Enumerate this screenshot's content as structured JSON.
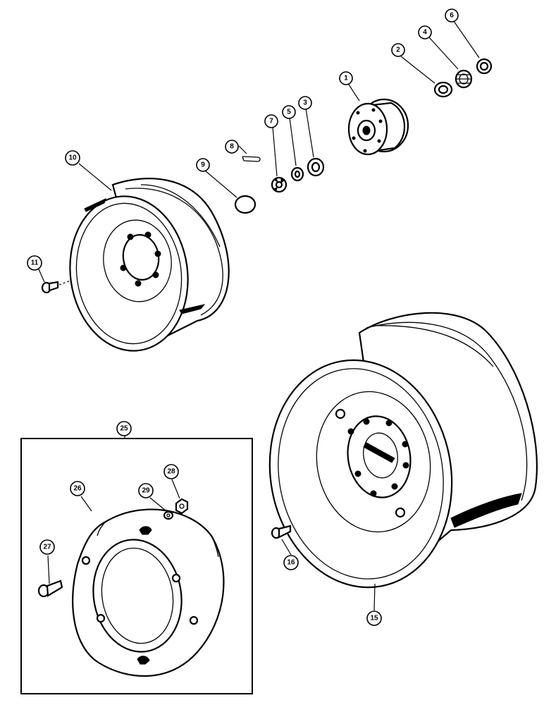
{
  "diagram": {
    "detail_inset_label": "25",
    "callouts": [
      {
        "id": "c1",
        "label": "1"
      },
      {
        "id": "c2",
        "label": "2"
      },
      {
        "id": "c3",
        "label": "3"
      },
      {
        "id": "c4",
        "label": "4"
      },
      {
        "id": "c5",
        "label": "5"
      },
      {
        "id": "c6",
        "label": "6"
      },
      {
        "id": "c7",
        "label": "7"
      },
      {
        "id": "c8",
        "label": "8"
      },
      {
        "id": "c9",
        "label": "9"
      },
      {
        "id": "c10",
        "label": "10"
      },
      {
        "id": "c11",
        "label": "11"
      },
      {
        "id": "c15",
        "label": "15"
      },
      {
        "id": "c16",
        "label": "16"
      },
      {
        "id": "c26",
        "label": "26"
      },
      {
        "id": "c27",
        "label": "27"
      },
      {
        "id": "c28",
        "label": "28"
      },
      {
        "id": "c29",
        "label": "29"
      }
    ]
  }
}
